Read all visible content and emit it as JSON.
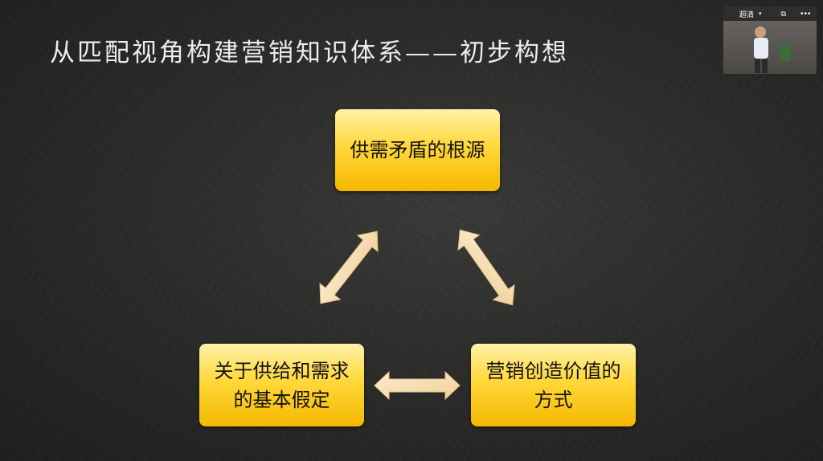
{
  "slide": {
    "title": "从匹配视角构建营销知识体系——初步构想",
    "nodes": {
      "top": "供需矛盾的根源",
      "left": "关于供给和需求的基本假定",
      "right": "营销创造价值的方式"
    },
    "node_color": "#ffd83a",
    "arrow_color": "#f6e0b5"
  },
  "video_tile": {
    "participant_name": "超清",
    "icons": [
      "caret-down-icon",
      "popout-icon",
      "more-icon"
    ]
  }
}
